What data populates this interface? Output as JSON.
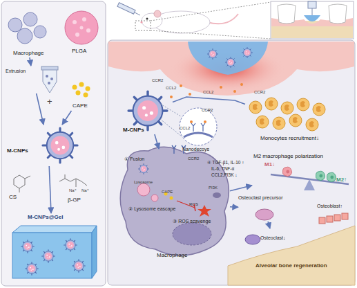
{
  "diagram": {
    "nodes": [
      {
        "text": [
          "Macrophage"
        ]
      },
      {
        "text": [
          "PLGA"
        ]
      },
      {
        "text": [
          "Extrusion"
        ]
      },
      {
        "text": [
          "CAPE"
        ]
      },
      {
        "text": [
          "M-CNPs"
        ]
      },
      {
        "text": [
          "CS"
        ]
      },
      {
        "text": [
          "β-GP"
        ]
      },
      {
        "text": [
          "M-CNPs@Gel"
        ]
      },
      {
        "text": [
          "M-CNPs"
        ]
      },
      {
        "text": [
          "CCR2",
          "CCL2",
          "Nanodecoys"
        ]
      },
      {
        "text": [
          "Monocytes recruitment↓"
        ]
      },
      {
        "text": [
          "Macrophage"
        ]
      },
      {
        "text": [
          "M2 macrophage polarization"
        ]
      },
      {
        "text": [
          "M1↓"
        ],
        "in": 12
      },
      {
        "text": [
          "M2↑"
        ],
        "in": 12
      },
      {
        "text": [
          "Osteoclast precursor"
        ]
      },
      {
        "text": [
          "Osteoblast↑"
        ]
      },
      {
        "text": [
          "Osteoclast↓"
        ]
      },
      {
        "text": [
          "Alveolar bone regeneration"
        ]
      }
    ],
    "edges": [
      {
        "from": 0,
        "to": 2,
        "arrow": "to"
      },
      {
        "from": 2,
        "to": 4,
        "arrow": "to"
      },
      {
        "from": 3,
        "to": 4,
        "arrow": "to"
      },
      {
        "from": 4,
        "to": 7,
        "arrow": "to"
      },
      {
        "from": 8,
        "to": 11,
        "arrow": "to"
      },
      {
        "from": 8,
        "to": 10,
        "arrow": "none"
      },
      {
        "from": 11,
        "to": 12,
        "arrow": "to"
      },
      {
        "from": 11,
        "to": 15,
        "arrow": "to"
      },
      {
        "from": 15,
        "to": 17,
        "arrow": "to"
      }
    ],
    "labels": [
      "+",
      "Na⁺",
      "Na⁺",
      "CCR2",
      "CCL2",
      "CCL2",
      "CCR2",
      "CCR2",
      "① Fusion",
      "Lysosome",
      "CAPE",
      "② Lysosome eascape",
      "③ ROS scavenge",
      "PI3K",
      "ROS",
      "④ TGF-β1, IL-10 ↑",
      "IL-6, TNF-α",
      "CCL2,PI3K ↓"
    ]
  }
}
